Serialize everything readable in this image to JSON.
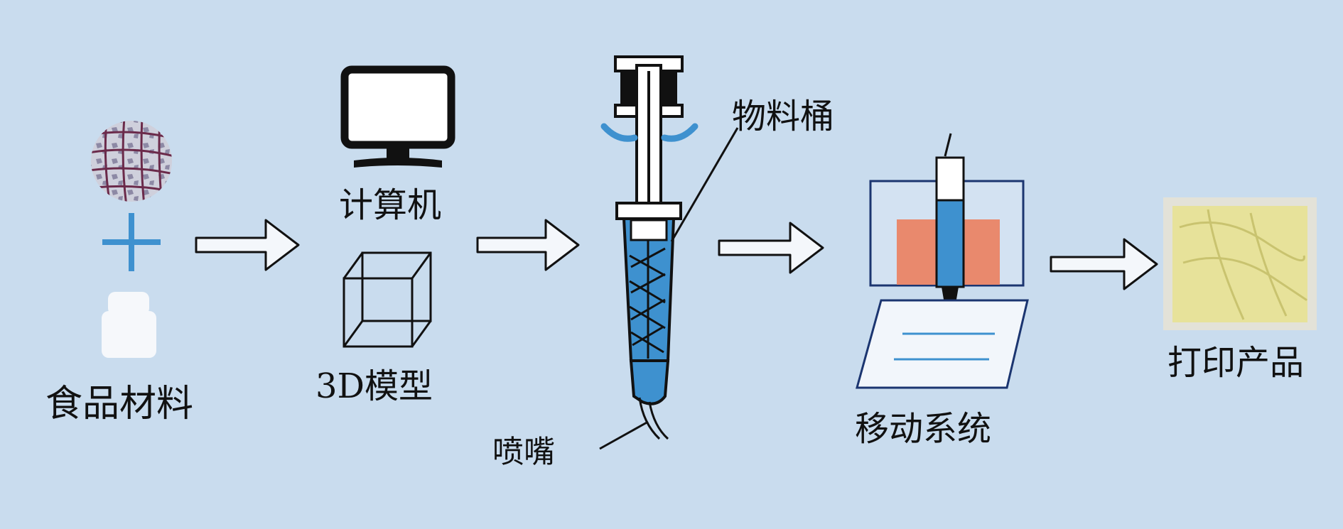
{
  "labels": {
    "food_material": "食品材料",
    "computer": "计算机",
    "model_3d": "3D模型",
    "barrel": "物料桶",
    "nozzle": "喷嘴",
    "motion_system": "移动系统",
    "printed_product": "打印产品"
  },
  "icons": {
    "food_texture": "food-texture-icon",
    "plus": "plus-icon",
    "powder": "powder-container-icon",
    "computer": "monitor-icon",
    "cube": "cube-icon",
    "printhead": "extruder-icon",
    "motion": "printer-motion-icon",
    "product": "printed-product-icon",
    "arrow": "hollow-arrow-icon"
  },
  "colors": {
    "background": "#c9dcee",
    "accent_blue": "#3e91cf",
    "heater_orange": "#e9896d",
    "product_yellow": "#e7e29a",
    "line": "#111111"
  }
}
